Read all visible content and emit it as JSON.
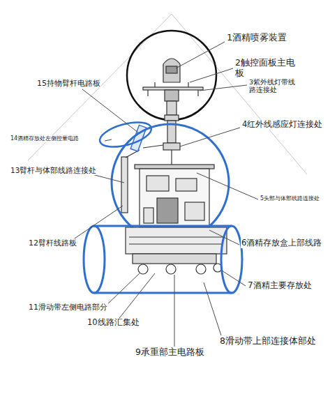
{
  "diagram": {
    "labels": [
      "1酒精喷雾装置",
      "2触控面板主电 板",
      "3紫外线灯带线 路连接处",
      "15持物臂杆电路板",
      "4红外线感应灯连接处",
      "14酒精存放处左侧控量电路",
      "13臂杆与体部线路连接处",
      "5头部与体部线路连接处",
      "12臂杆线路板",
      "6酒精存放盒上部线路",
      "7酒精主要存放处",
      "11滑动带左侧电路部分",
      "10线路汇集处",
      "8滑动带上部连接体部处",
      "9承重部主电路板"
    ]
  }
}
